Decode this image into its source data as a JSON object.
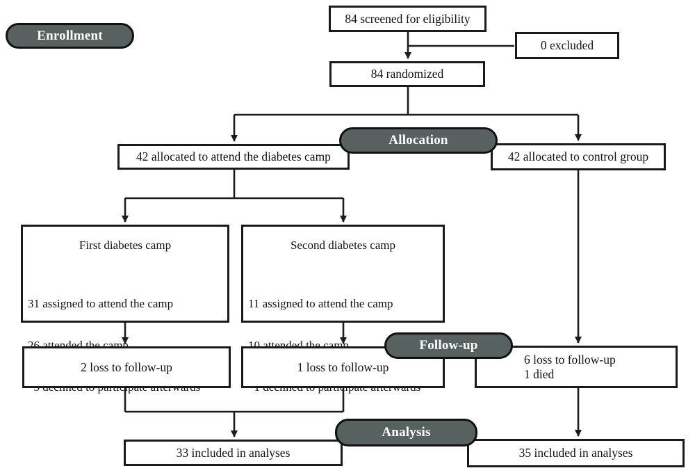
{
  "colors": {
    "background": "#ffffff",
    "box_fill": "#ffffff",
    "box_border": "#1a1a1a",
    "connector": "#1c1c1c",
    "stage_fill": "#576260",
    "stage_text": "#ffffff"
  },
  "stages": {
    "enrollment": "Enrollment",
    "allocation": "Allocation",
    "followup": "Follow-up",
    "analysis": "Analysis"
  },
  "nodes": {
    "screened": "84 screened for eligibility",
    "excluded": "0 excluded",
    "randomized": "84 randomized",
    "allocated_camp": "42 allocated to attend the diabetes camp",
    "allocated_control": "42 allocated to control group",
    "camp1": {
      "title": "First diabetes camp",
      "lines": [
        "31 assigned to attend the camp",
        "26 attended the camp",
        "  5 declined to participate afterwards"
      ]
    },
    "camp2": {
      "title": "Second diabetes camp",
      "lines": [
        "11 assigned to attend the camp",
        "10 attended the camp",
        "  1 declined to participate afterwards"
      ]
    },
    "followup_camp1": "2 loss to follow-up",
    "followup_camp2": "1 loss to follow-up",
    "followup_control": {
      "lines": [
        "6 loss to follow-up",
        "1 died"
      ]
    },
    "analysis_camp": "33 included in analyses",
    "analysis_control": "35 included in analyses"
  }
}
